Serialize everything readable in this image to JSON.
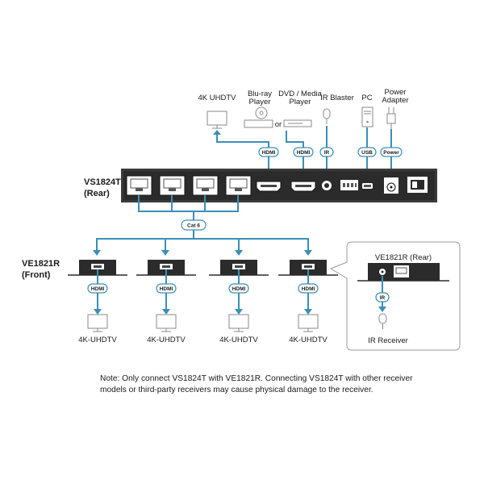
{
  "transmitter": {
    "name": "VS1824T",
    "sub": "(Rear)"
  },
  "receiver": {
    "name": "VE1821R",
    "sub": "(Front)"
  },
  "sources": {
    "tv_top": "4K UHDTV",
    "bluray_l1": "Blu-ray",
    "bluray_l2": "Player",
    "dvd_l1": "DVD / Media",
    "dvd_l2": "Player",
    "or_text": "or",
    "ir_blaster": "IR Blaster",
    "pc": "PC",
    "power_l1": "Power",
    "power_l2": "Adapter"
  },
  "pills": {
    "hdmi": "HDMI",
    "ir": "IR",
    "usb": "USB",
    "power": "Power",
    "cat6": "Cat 6"
  },
  "outputs": [
    "4K-UHDTV",
    "4K-UHDTV",
    "4K-UHDTV",
    "4K-UHDTV"
  ],
  "inset": {
    "title": "VE1821R (Rear)",
    "receiver_label": "IR Receiver"
  },
  "note": {
    "line1": "Note: Only connect VS1824T with VE1821R. Connecting VS1824T with other receiver",
    "line2": "models or third-party receivers may cause physical damage to the receiver."
  },
  "colors": {
    "cable": "#3a8fb7",
    "device": "#2b2b2b",
    "panel": "#ffffff"
  }
}
